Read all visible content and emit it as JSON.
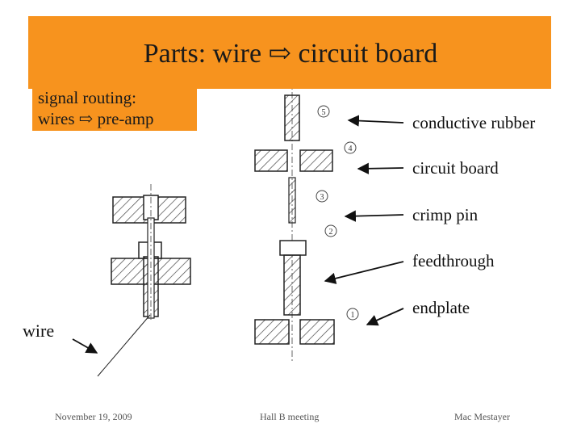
{
  "slide": {
    "title": "Parts: wire ⇨ circuit board",
    "subtitle": {
      "line1": "signal routing:",
      "line2": "wires ⇨ pre-amp"
    },
    "wire_label": "wire"
  },
  "diagram": {
    "callouts": [
      {
        "text": "conductive rubber"
      },
      {
        "text": "circuit board"
      },
      {
        "text": "crimp pin"
      },
      {
        "text": "feedthrough"
      },
      {
        "text": "endplate"
      }
    ],
    "part_numbers": [
      "5",
      "4",
      "3",
      "2",
      "1"
    ]
  },
  "footer": {
    "date": "November 19, 2009",
    "event": "Hall B meeting",
    "author": "Mac Mestayer"
  },
  "colors": {
    "accent": "#f7931e"
  }
}
